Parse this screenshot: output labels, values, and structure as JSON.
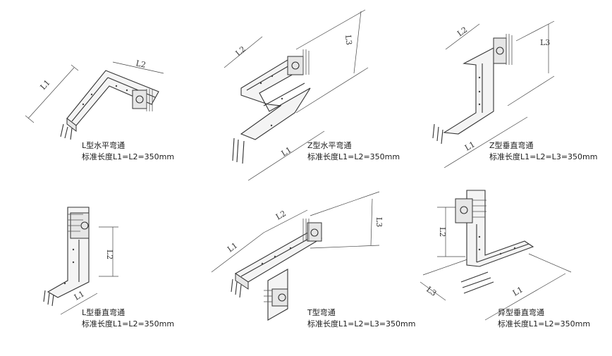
{
  "items": [
    {
      "title": "L型水平弯通",
      "spec": "标准长度L1=L2=350mm",
      "dims": {
        "l1": "L1",
        "l2": "L2"
      }
    },
    {
      "title": "Z型水平弯通",
      "spec": "标准长度L1=L2=350mm",
      "dims": {
        "l1": "L1",
        "l2": "L2",
        "l3": "L3"
      }
    },
    {
      "title": "Z型垂直弯通",
      "spec": "标准长度L1=L2=L3=350mm",
      "dims": {
        "l1": "L1",
        "l2": "L2",
        "l3": "L3"
      }
    },
    {
      "title": "L型垂直弯通",
      "spec": "标准长度L1=L2=350mm",
      "dims": {
        "l1": "L1",
        "l2": "L2"
      }
    },
    {
      "title": "T型弯通",
      "spec": "标准长度L1=L2=L3=350mm",
      "dims": {
        "l1": "L1",
        "l2": "L2",
        "l3": "L3"
      }
    },
    {
      "title": "异型垂直弯通",
      "spec": "标准长度L1=L2=350mm",
      "dims": {
        "l1": "L1",
        "l2": "L2",
        "l3": "L3"
      }
    }
  ]
}
